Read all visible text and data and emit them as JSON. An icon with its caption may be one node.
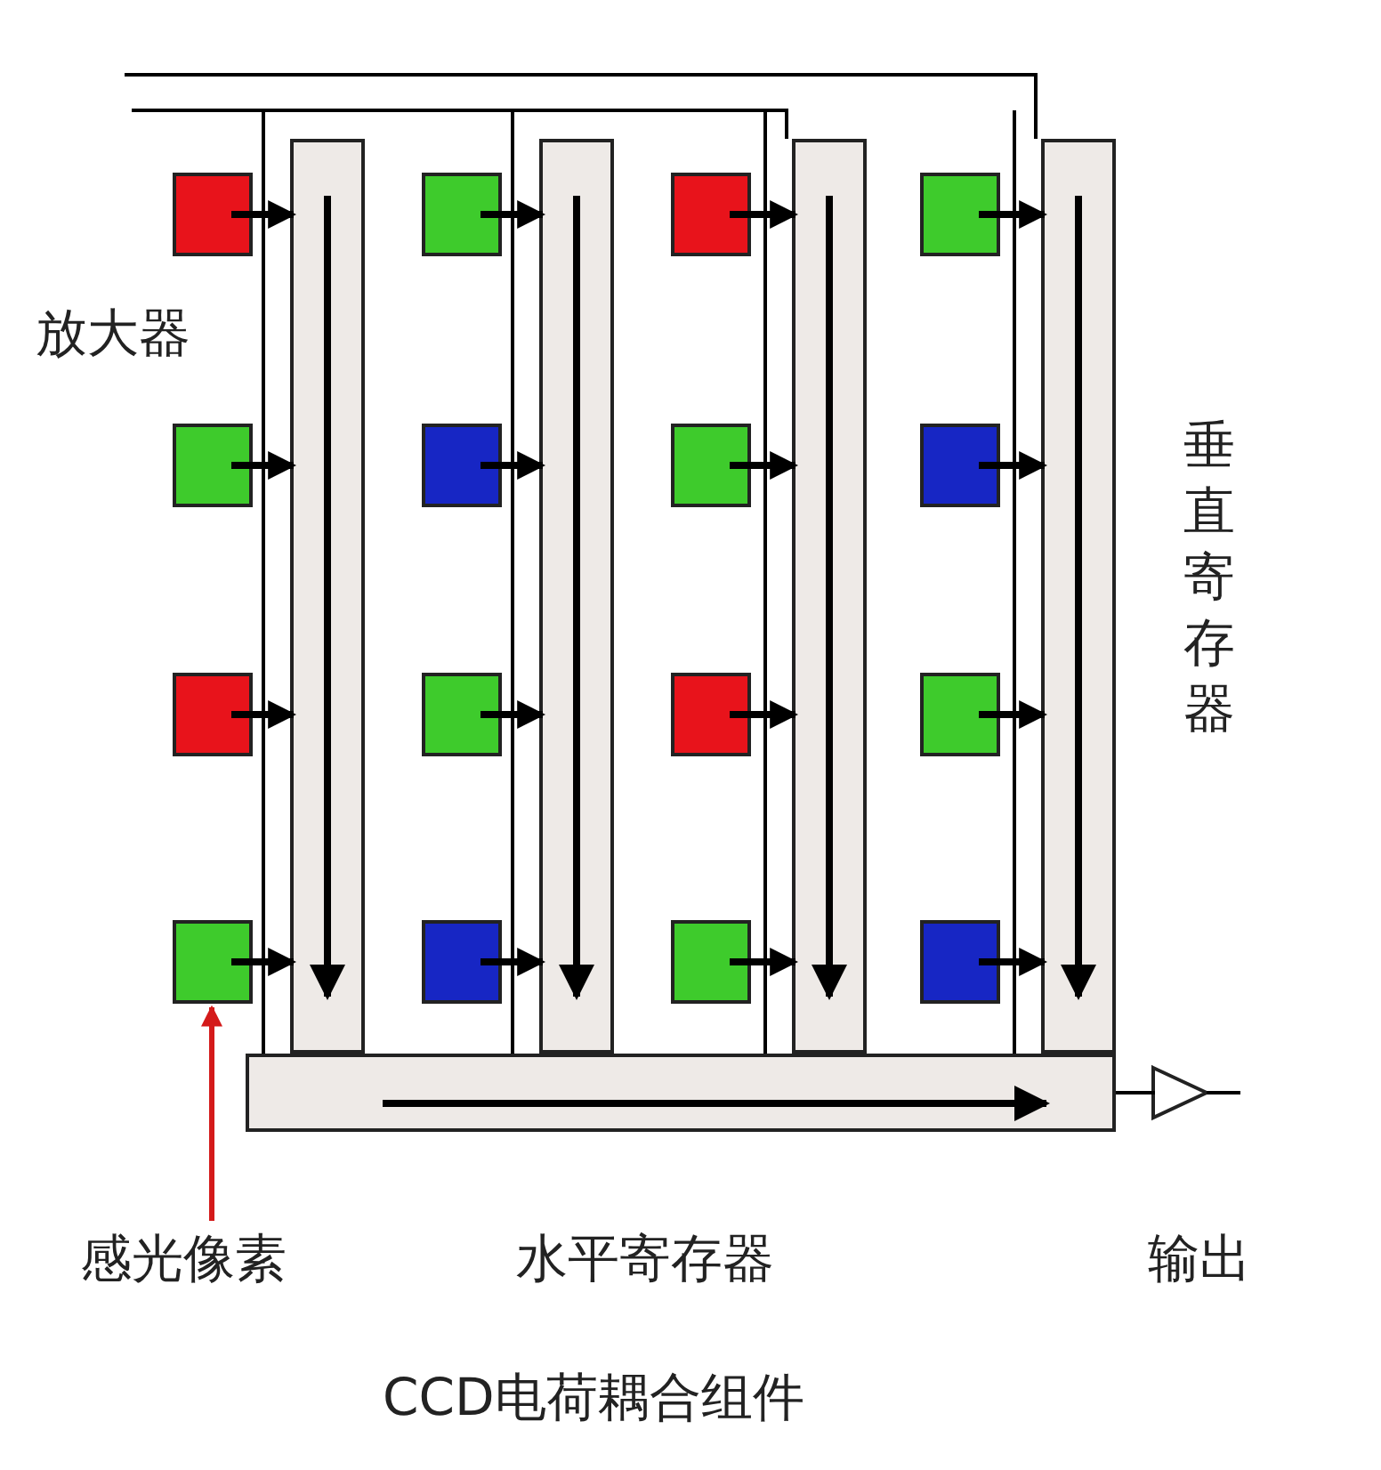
{
  "diagram": {
    "caption": "CCD电荷耦合组件",
    "nodes": [
      {
        "text": [],
        "shape": "box"
      },
      {
        "text": [],
        "shape": "box"
      },
      {
        "text": [],
        "shape": "box"
      },
      {
        "text": [],
        "shape": "box"
      },
      {
        "text": [],
        "shape": "box"
      },
      {
        "text": [],
        "shape": "box"
      },
      {
        "text": [],
        "shape": "box"
      },
      {
        "text": [],
        "shape": "box"
      },
      {
        "text": [],
        "shape": "box"
      },
      {
        "text": [],
        "shape": "box"
      },
      {
        "text": [],
        "shape": "box"
      },
      {
        "text": [],
        "shape": "box"
      },
      {
        "text": [],
        "shape": "box"
      },
      {
        "text": [],
        "shape": "box"
      },
      {
        "text": [],
        "shape": "box"
      },
      {
        "text": [],
        "shape": "box"
      },
      {
        "text": [],
        "shape": "bar"
      },
      {
        "text": [],
        "shape": "bar"
      },
      {
        "text": [],
        "shape": "bar"
      },
      {
        "text": [],
        "shape": "bar"
      },
      {
        "text": [],
        "shape": "bar"
      },
      {
        "text": [],
        "shape": "triangle"
      },
      {
        "text": [
          "感光像素"
        ]
      }
    ],
    "edges": [
      {
        "from": 0,
        "to": 16,
        "arrow": "to"
      },
      {
        "from": 1,
        "to": 17,
        "arrow": "to"
      },
      {
        "from": 2,
        "to": 18,
        "arrow": "to"
      },
      {
        "from": 3,
        "to": 19,
        "arrow": "to"
      },
      {
        "from": 4,
        "to": 16,
        "arrow": "to"
      },
      {
        "from": 5,
        "to": 17,
        "arrow": "to"
      },
      {
        "from": 6,
        "to": 18,
        "arrow": "to"
      },
      {
        "from": 7,
        "to": 19,
        "arrow": "to"
      },
      {
        "from": 8,
        "to": 16,
        "arrow": "to"
      },
      {
        "from": 9,
        "to": 17,
        "arrow": "to"
      },
      {
        "from": 10,
        "to": 18,
        "arrow": "to"
      },
      {
        "from": 11,
        "to": 19,
        "arrow": "to"
      },
      {
        "from": 12,
        "to": 16,
        "arrow": "to"
      },
      {
        "from": 13,
        "to": 17,
        "arrow": "to"
      },
      {
        "from": 14,
        "to": 18,
        "arrow": "to"
      },
      {
        "from": 15,
        "to": 19,
        "arrow": "to"
      },
      {
        "from": 20,
        "to": 21,
        "arrow": "none"
      },
      {
        "from": 21,
        "to": null,
        "arrow": "none"
      },
      {
        "from": 22,
        "to": 12,
        "arrow": "to",
        "color": "#d41a1a"
      }
    ],
    "labels": [
      "放大器",
      "垂直寄存器",
      "水平寄存器",
      "输出"
    ]
  }
}
